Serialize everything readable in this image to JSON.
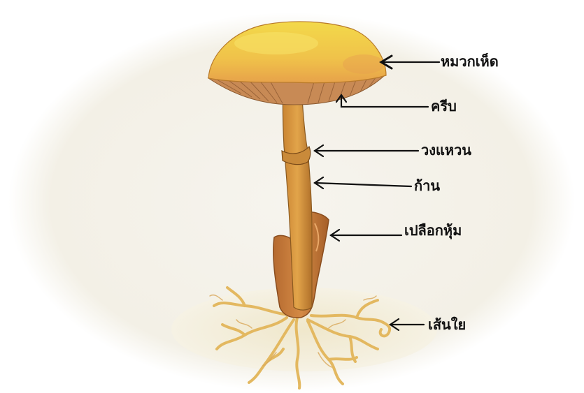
{
  "diagram": {
    "labels": {
      "cap": "หมวกเห็ด",
      "gills": "ครีบ",
      "ring": "วงแหวน",
      "stalk": "ก้าน",
      "volva": "เปลือกหุ้ม",
      "mycelium": "เส้นใย"
    },
    "colors": {
      "background_glow": "#f3f0e6",
      "cap_top": "#f3d94a",
      "cap_bottom": "#e7a24a",
      "gills": "#c88a55",
      "stalk": "#d99a3c",
      "stalk_shadow": "#b0702a",
      "volva": "#c97a3a",
      "mycelium": "#e3b860",
      "ground": "#efe8cf",
      "arrow": "#111111"
    }
  }
}
